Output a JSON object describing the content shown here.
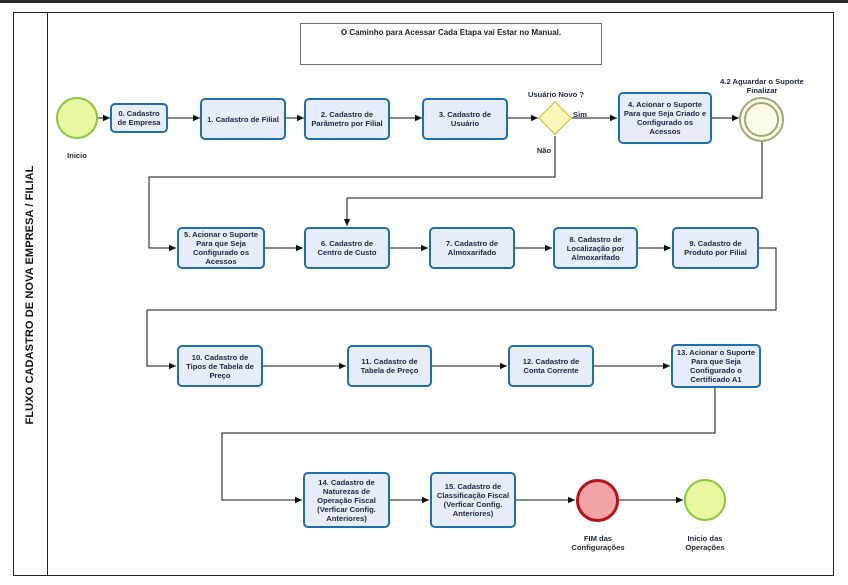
{
  "lane_title": "FLUXO CADASTRO DE NOVA EMPRESA / FILIAL",
  "note": "O Caminho para Acessar Cada Etapa vai Estar no Manual.",
  "events": {
    "start_label": "Inicio",
    "wait_label": "4.2 Aguardar o Suporte Finalizar",
    "end_label": "FIM das Configurações",
    "operations_label": "Inicio das Operações"
  },
  "gateway": {
    "question": "Usuário Novo ?",
    "yes": "Sim",
    "no": "Não"
  },
  "tasks": {
    "t0": "0. Cadastro de Empresa",
    "t1": "1. Cadastro de Filial",
    "t2": "2. Cadastro de Parâmetro por Filial",
    "t3": "3. Cadastro de Usuário",
    "t4": "4. Acionar o Suporte Para que Seja Criado e Configurado os Acessos",
    "t5": "5. Acionar o Suporte Para que Seja Configurado os Acessos",
    "t6": "6. Cadastro de Centro de Custo",
    "t7": "7. Cadastro de Almoxarifado",
    "t8": "8. Cadastro de Localização por Almoxarifado",
    "t9": "9. Cadastro de Produto por Filial",
    "t10": "10. Cadastro de Tipos de Tabela de Preço",
    "t11": "11. Cadastro de Tabela de Preço",
    "t12": "12. Cadastro de Conta Corrente",
    "t13": "13. Acionar o Suporte Para que Seja Configurado o Certificado A1",
    "t14": "14. Cadastro de Naturezas de Operação Fiscal (Verficar Config. Anteriores)",
    "t15": "15. Cadastro de Classificação Fiscal (Verficar Config. Anteriores)"
  },
  "colors": {
    "task_fill": "#e6ecf8",
    "task_border": "#1f6fb0",
    "start_fill": "#e9f7a0",
    "start_border": "#8cc63f",
    "end_fill": "#f2a3a8",
    "end_border": "#b5121b",
    "gateway_fill": "#fbf7b9",
    "gateway_border": "#c9b92a"
  }
}
